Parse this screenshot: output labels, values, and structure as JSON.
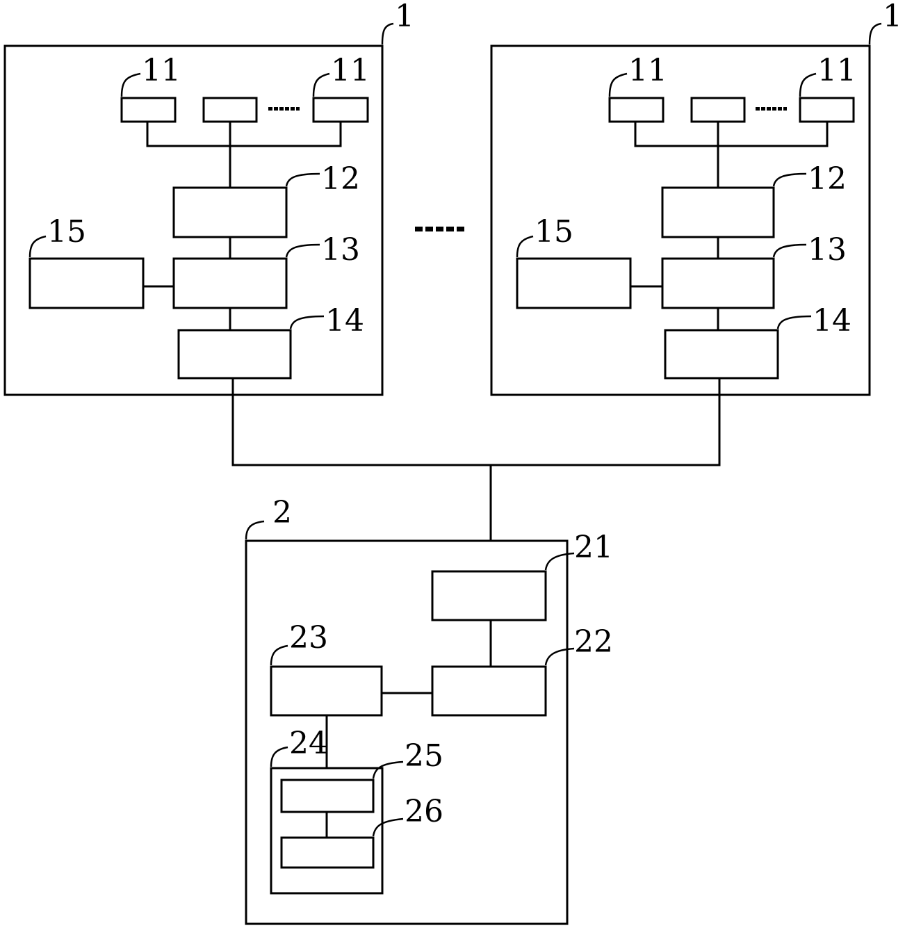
{
  "diagram": {
    "units": [
      {
        "label": "1",
        "parts": {
          "sensor_label": "11",
          "b12": "12",
          "b13": "13",
          "b14": "14",
          "b15": "15"
        }
      },
      {
        "label": "1",
        "parts": {
          "sensor_label": "11",
          "b12": "12",
          "b13": "13",
          "b14": "14",
          "b15": "15"
        }
      }
    ],
    "server": {
      "label": "2",
      "parts": {
        "b21": "21",
        "b22": "22",
        "b23": "23",
        "b24": "24",
        "b25": "25",
        "b26": "26"
      }
    },
    "colors": {
      "line": "#000000",
      "background": "#ffffff"
    }
  }
}
